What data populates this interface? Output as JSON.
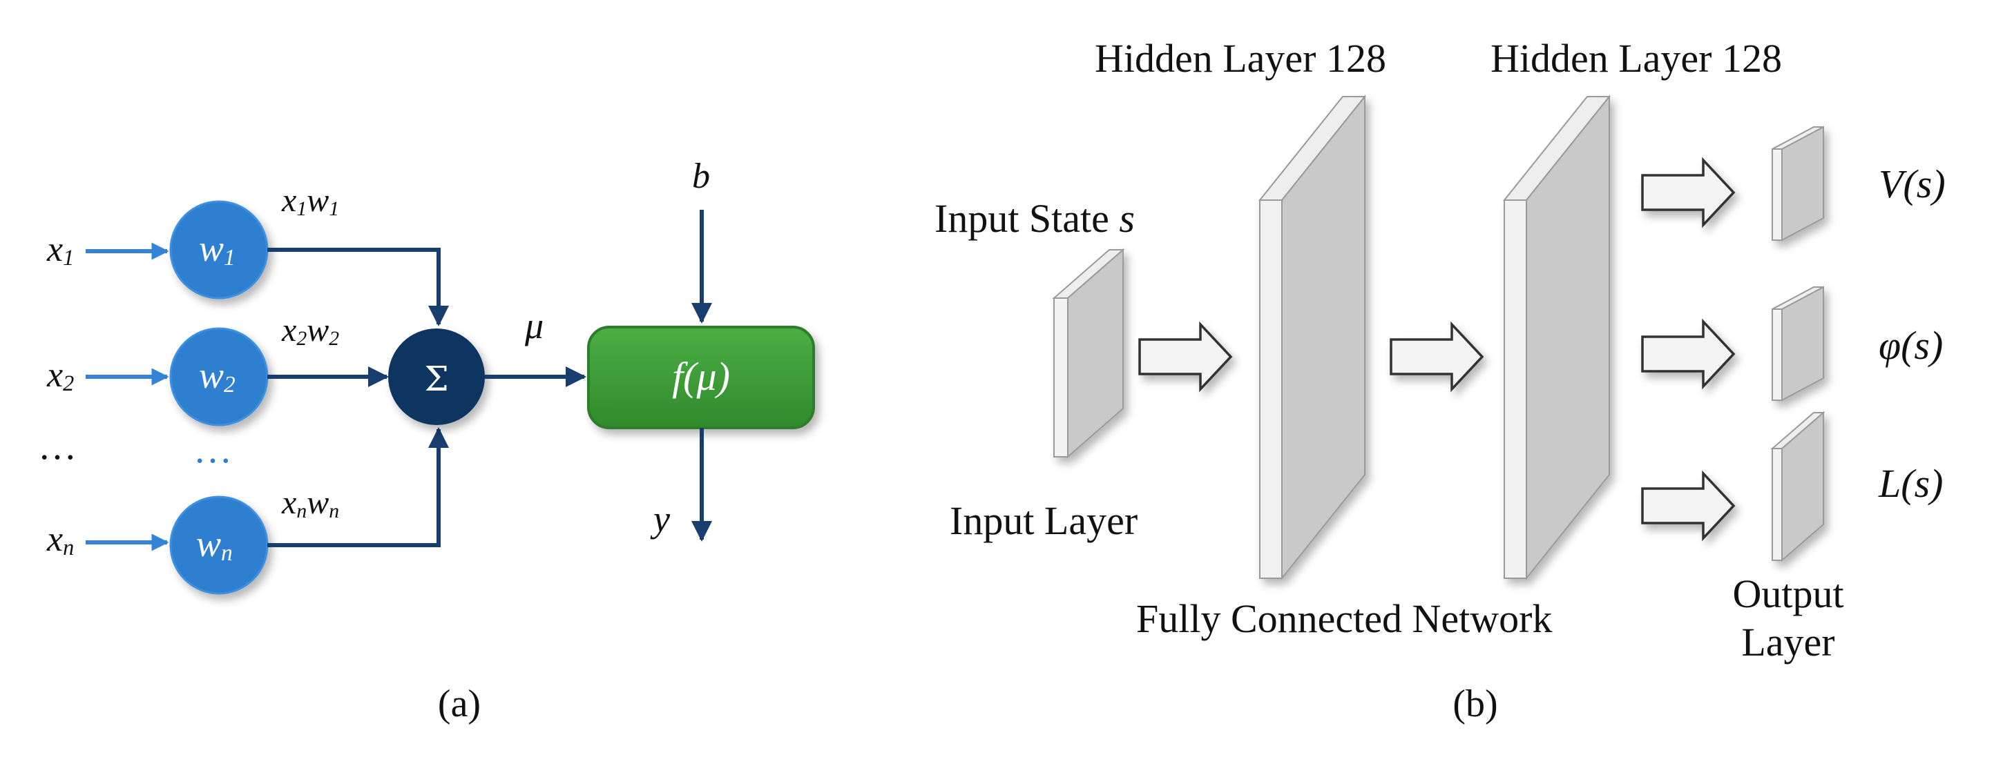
{
  "colors": {
    "node_blue": "#2f7fd0",
    "node_border": "#3e8fe0",
    "arrow_light": "#3483d6",
    "arrow_dark": "#173e6e",
    "sum_node": "#0f3460",
    "activation_fill": "#3a9a34",
    "activation_border": "#2e7d2a",
    "layer_face": "#c9c9c9",
    "layer_edge": "#eaeaea",
    "block_arrow_fill": "#f4f4f4",
    "block_arrow_stroke": "#333333"
  },
  "panel_a": {
    "caption": "(a)",
    "inputs": [
      {
        "base": "x",
        "sub": "1"
      },
      {
        "base": "x",
        "sub": "2"
      },
      {
        "base": "x",
        "sub": "n"
      }
    ],
    "ellipsis_left": "…",
    "ellipsis_mid": "…",
    "weights": [
      {
        "base": "w",
        "sub": "1"
      },
      {
        "base": "w",
        "sub": "2"
      },
      {
        "base": "w",
        "sub": "n"
      }
    ],
    "products": [
      {
        "a": "x",
        "as": "1",
        "b": "w",
        "bs": "1"
      },
      {
        "a": "x",
        "as": "2",
        "b": "w",
        "bs": "2"
      },
      {
        "a": "x",
        "as": "n",
        "b": "w",
        "bs": "n"
      }
    ],
    "sum_symbol": "Σ",
    "mu_label": "μ",
    "bias_label": "b",
    "activation_label": "f(μ)",
    "output_label": "y"
  },
  "panel_b": {
    "caption": "(b)",
    "input_state_label": "Input State ",
    "input_state_var": "s",
    "input_layer_label": "Input Layer",
    "hidden_label_1": "Hidden Layer 128",
    "hidden_label_2": "Hidden Layer 128",
    "fc_label": "Fully Connected Network",
    "output_layer_line1": "Output",
    "output_layer_line2": "Layer",
    "outputs": [
      "V(s)",
      "φ(s)",
      "L(s)"
    ]
  }
}
